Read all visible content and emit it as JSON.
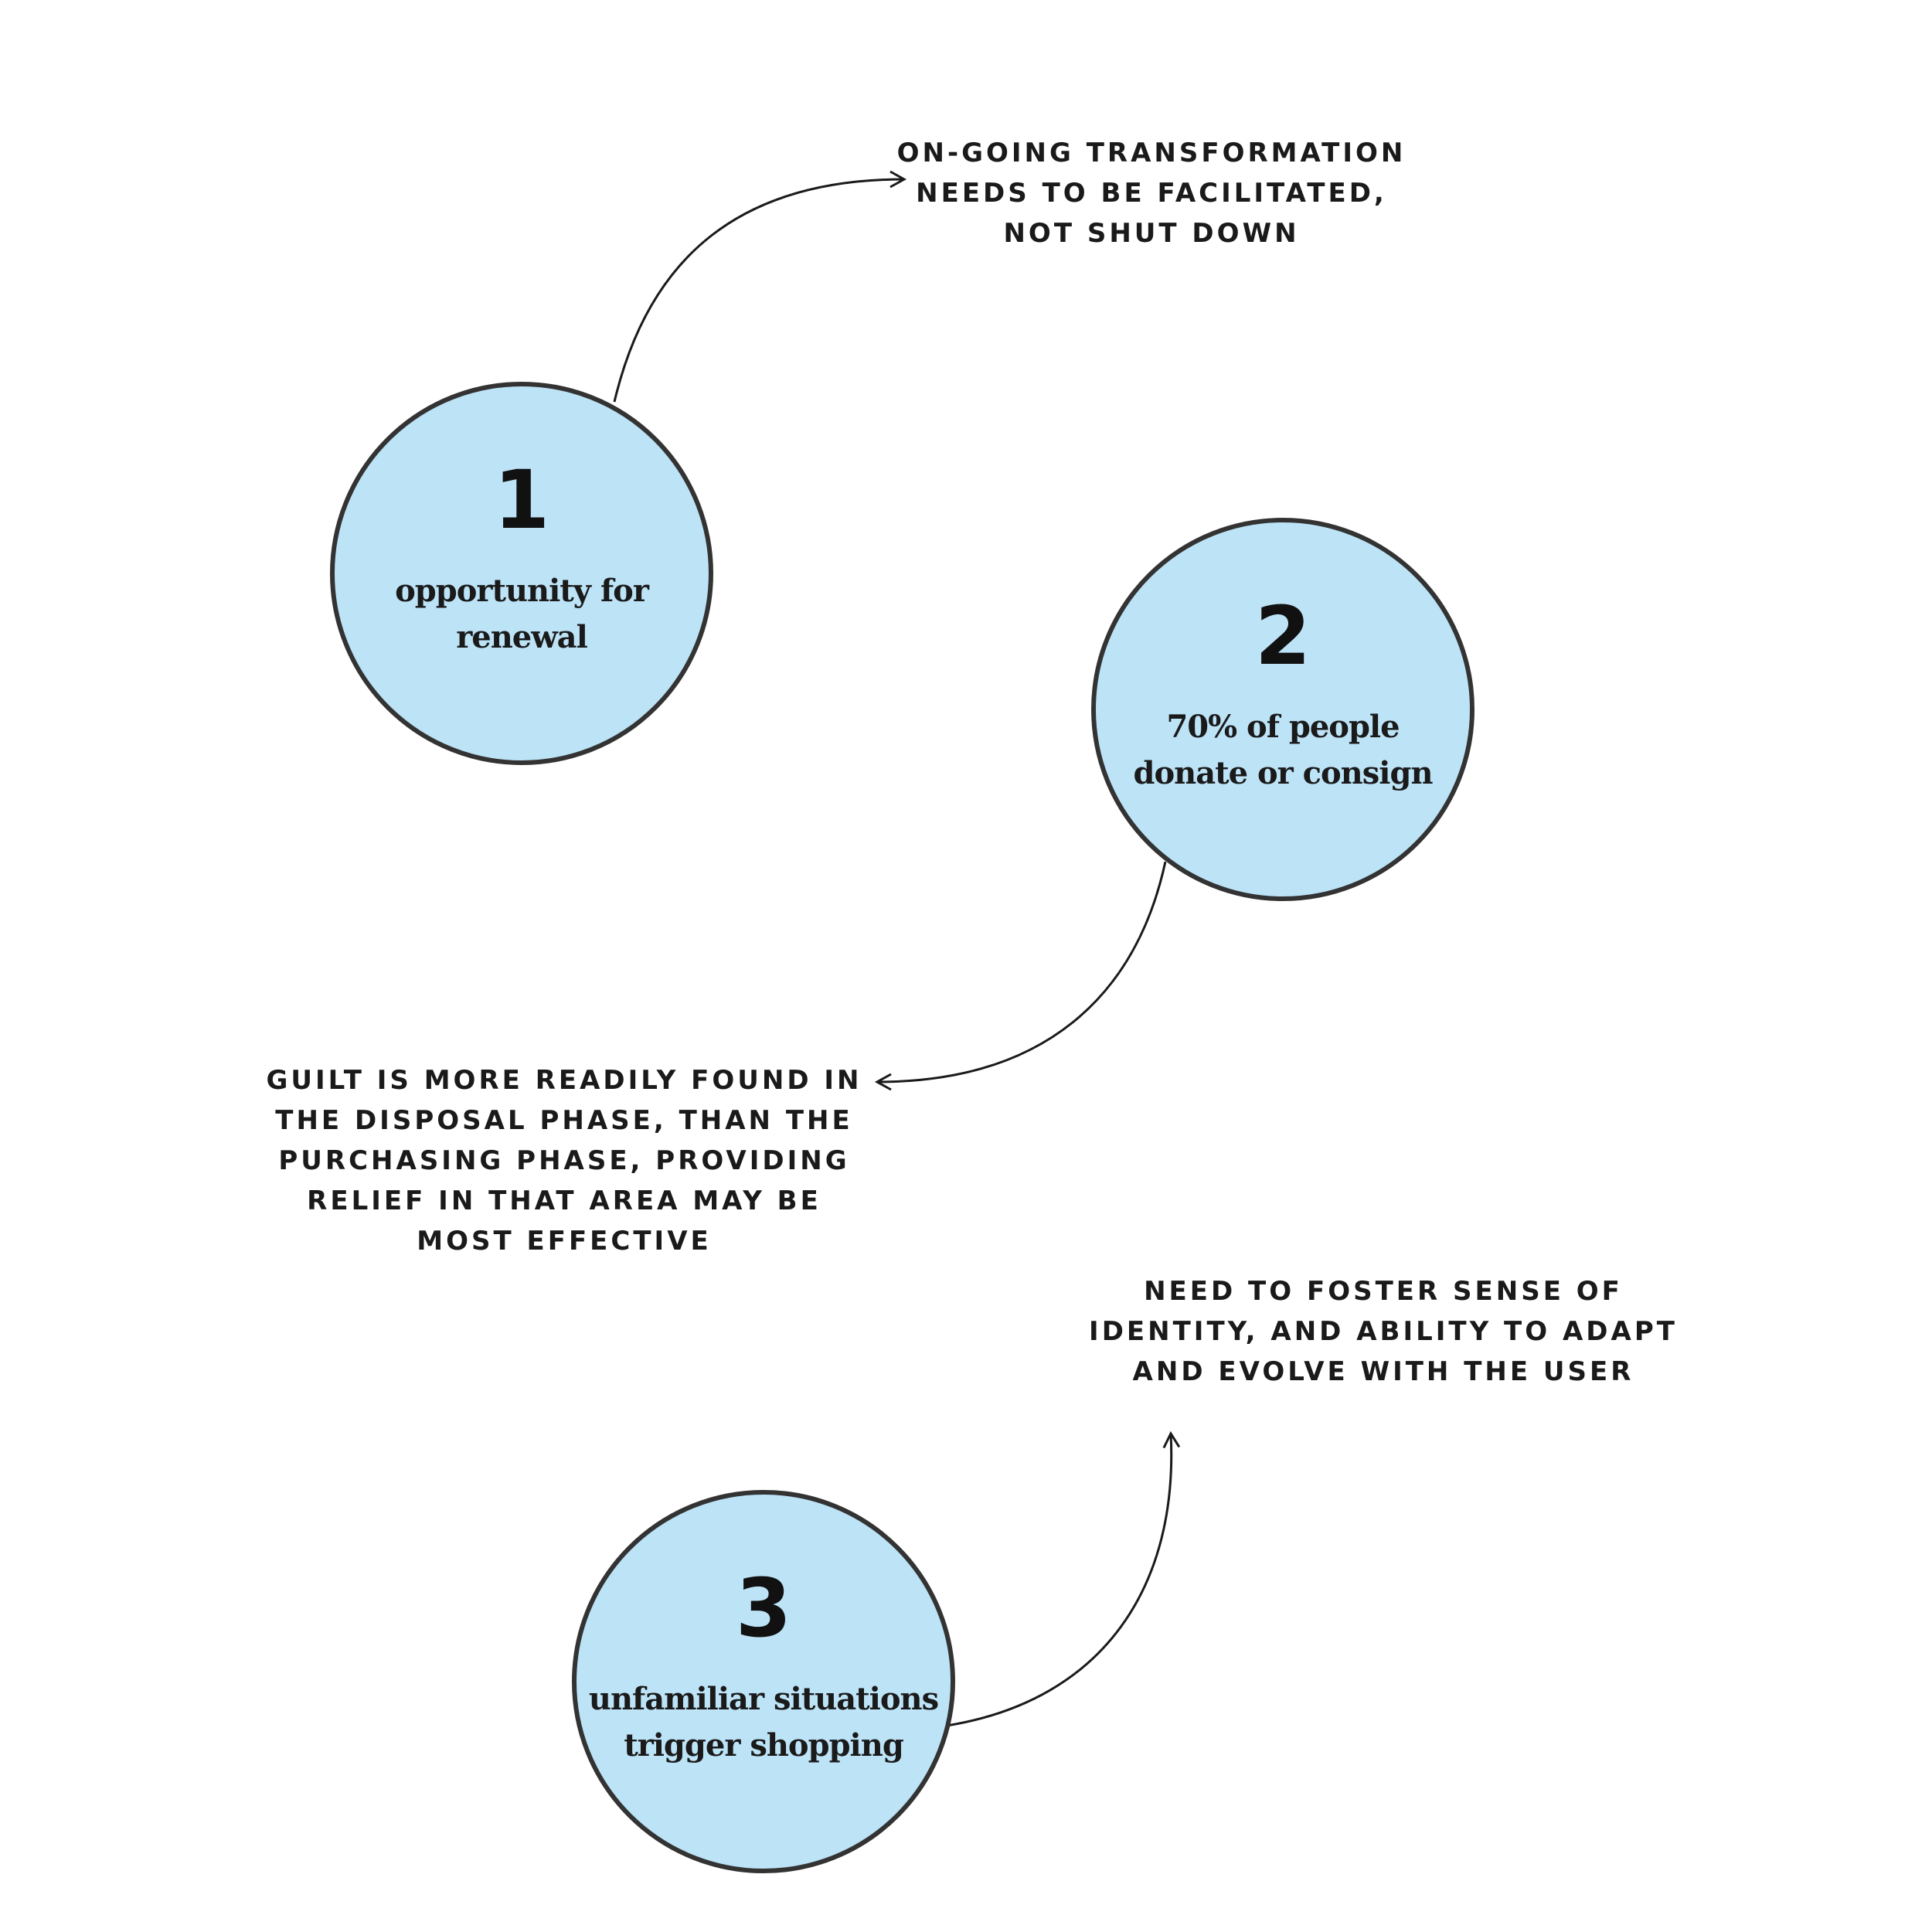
{
  "colors": {
    "node_fill": "#BDE3F7",
    "node_stroke": "#333333",
    "text": "#1a1a1a",
    "connector": "#1a1a1a"
  },
  "nodes": [
    {
      "number": "1",
      "label": "opportunity for\nrenewal"
    },
    {
      "number": "2",
      "label": "70% of people\ndonate or consign"
    },
    {
      "number": "3",
      "label": "unfamiliar situations\ntrigger shopping"
    }
  ],
  "notes": [
    {
      "text": "ON-GOING TRANSFORMATION\nNEEDS TO BE FACILITATED,\nNOT SHUT DOWN"
    },
    {
      "text": "GUILT IS MORE READILY FOUND IN\nTHE DISPOSAL PHASE, THAN THE\nPURCHASING PHASE, PROVIDING\nRELIEF IN THAT AREA MAY BE\nMOST EFFECTIVE"
    },
    {
      "text": "NEED TO FOSTER SENSE OF\nIDENTITY, AND ABILITY TO ADAPT\nAND EVOLVE WITH THE USER"
    }
  ]
}
